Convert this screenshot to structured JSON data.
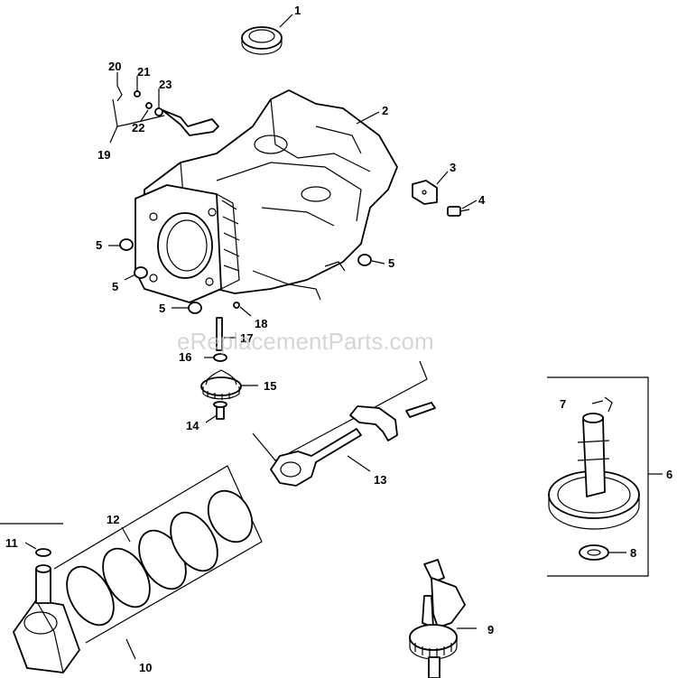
{
  "watermark": "eReplacementParts.com",
  "callouts": [
    {
      "id": "1",
      "label": "1"
    },
    {
      "id": "2",
      "label": "2"
    },
    {
      "id": "3",
      "label": "3"
    },
    {
      "id": "4",
      "label": "4"
    },
    {
      "id": "5a",
      "label": "5"
    },
    {
      "id": "5b",
      "label": "5"
    },
    {
      "id": "5c",
      "label": "5"
    },
    {
      "id": "5d",
      "label": "5"
    },
    {
      "id": "6",
      "label": "6"
    },
    {
      "id": "7",
      "label": "7"
    },
    {
      "id": "8",
      "label": "8"
    },
    {
      "id": "9",
      "label": "9"
    },
    {
      "id": "10",
      "label": "10"
    },
    {
      "id": "11",
      "label": "11"
    },
    {
      "id": "12",
      "label": "12"
    },
    {
      "id": "13",
      "label": "13"
    },
    {
      "id": "14",
      "label": "14"
    },
    {
      "id": "15",
      "label": "15"
    },
    {
      "id": "16",
      "label": "16"
    },
    {
      "id": "17",
      "label": "17"
    },
    {
      "id": "18",
      "label": "18"
    },
    {
      "id": "19",
      "label": "19"
    },
    {
      "id": "20",
      "label": "20"
    },
    {
      "id": "21",
      "label": "21"
    },
    {
      "id": "22",
      "label": "22"
    },
    {
      "id": "23",
      "label": "23"
    }
  ]
}
